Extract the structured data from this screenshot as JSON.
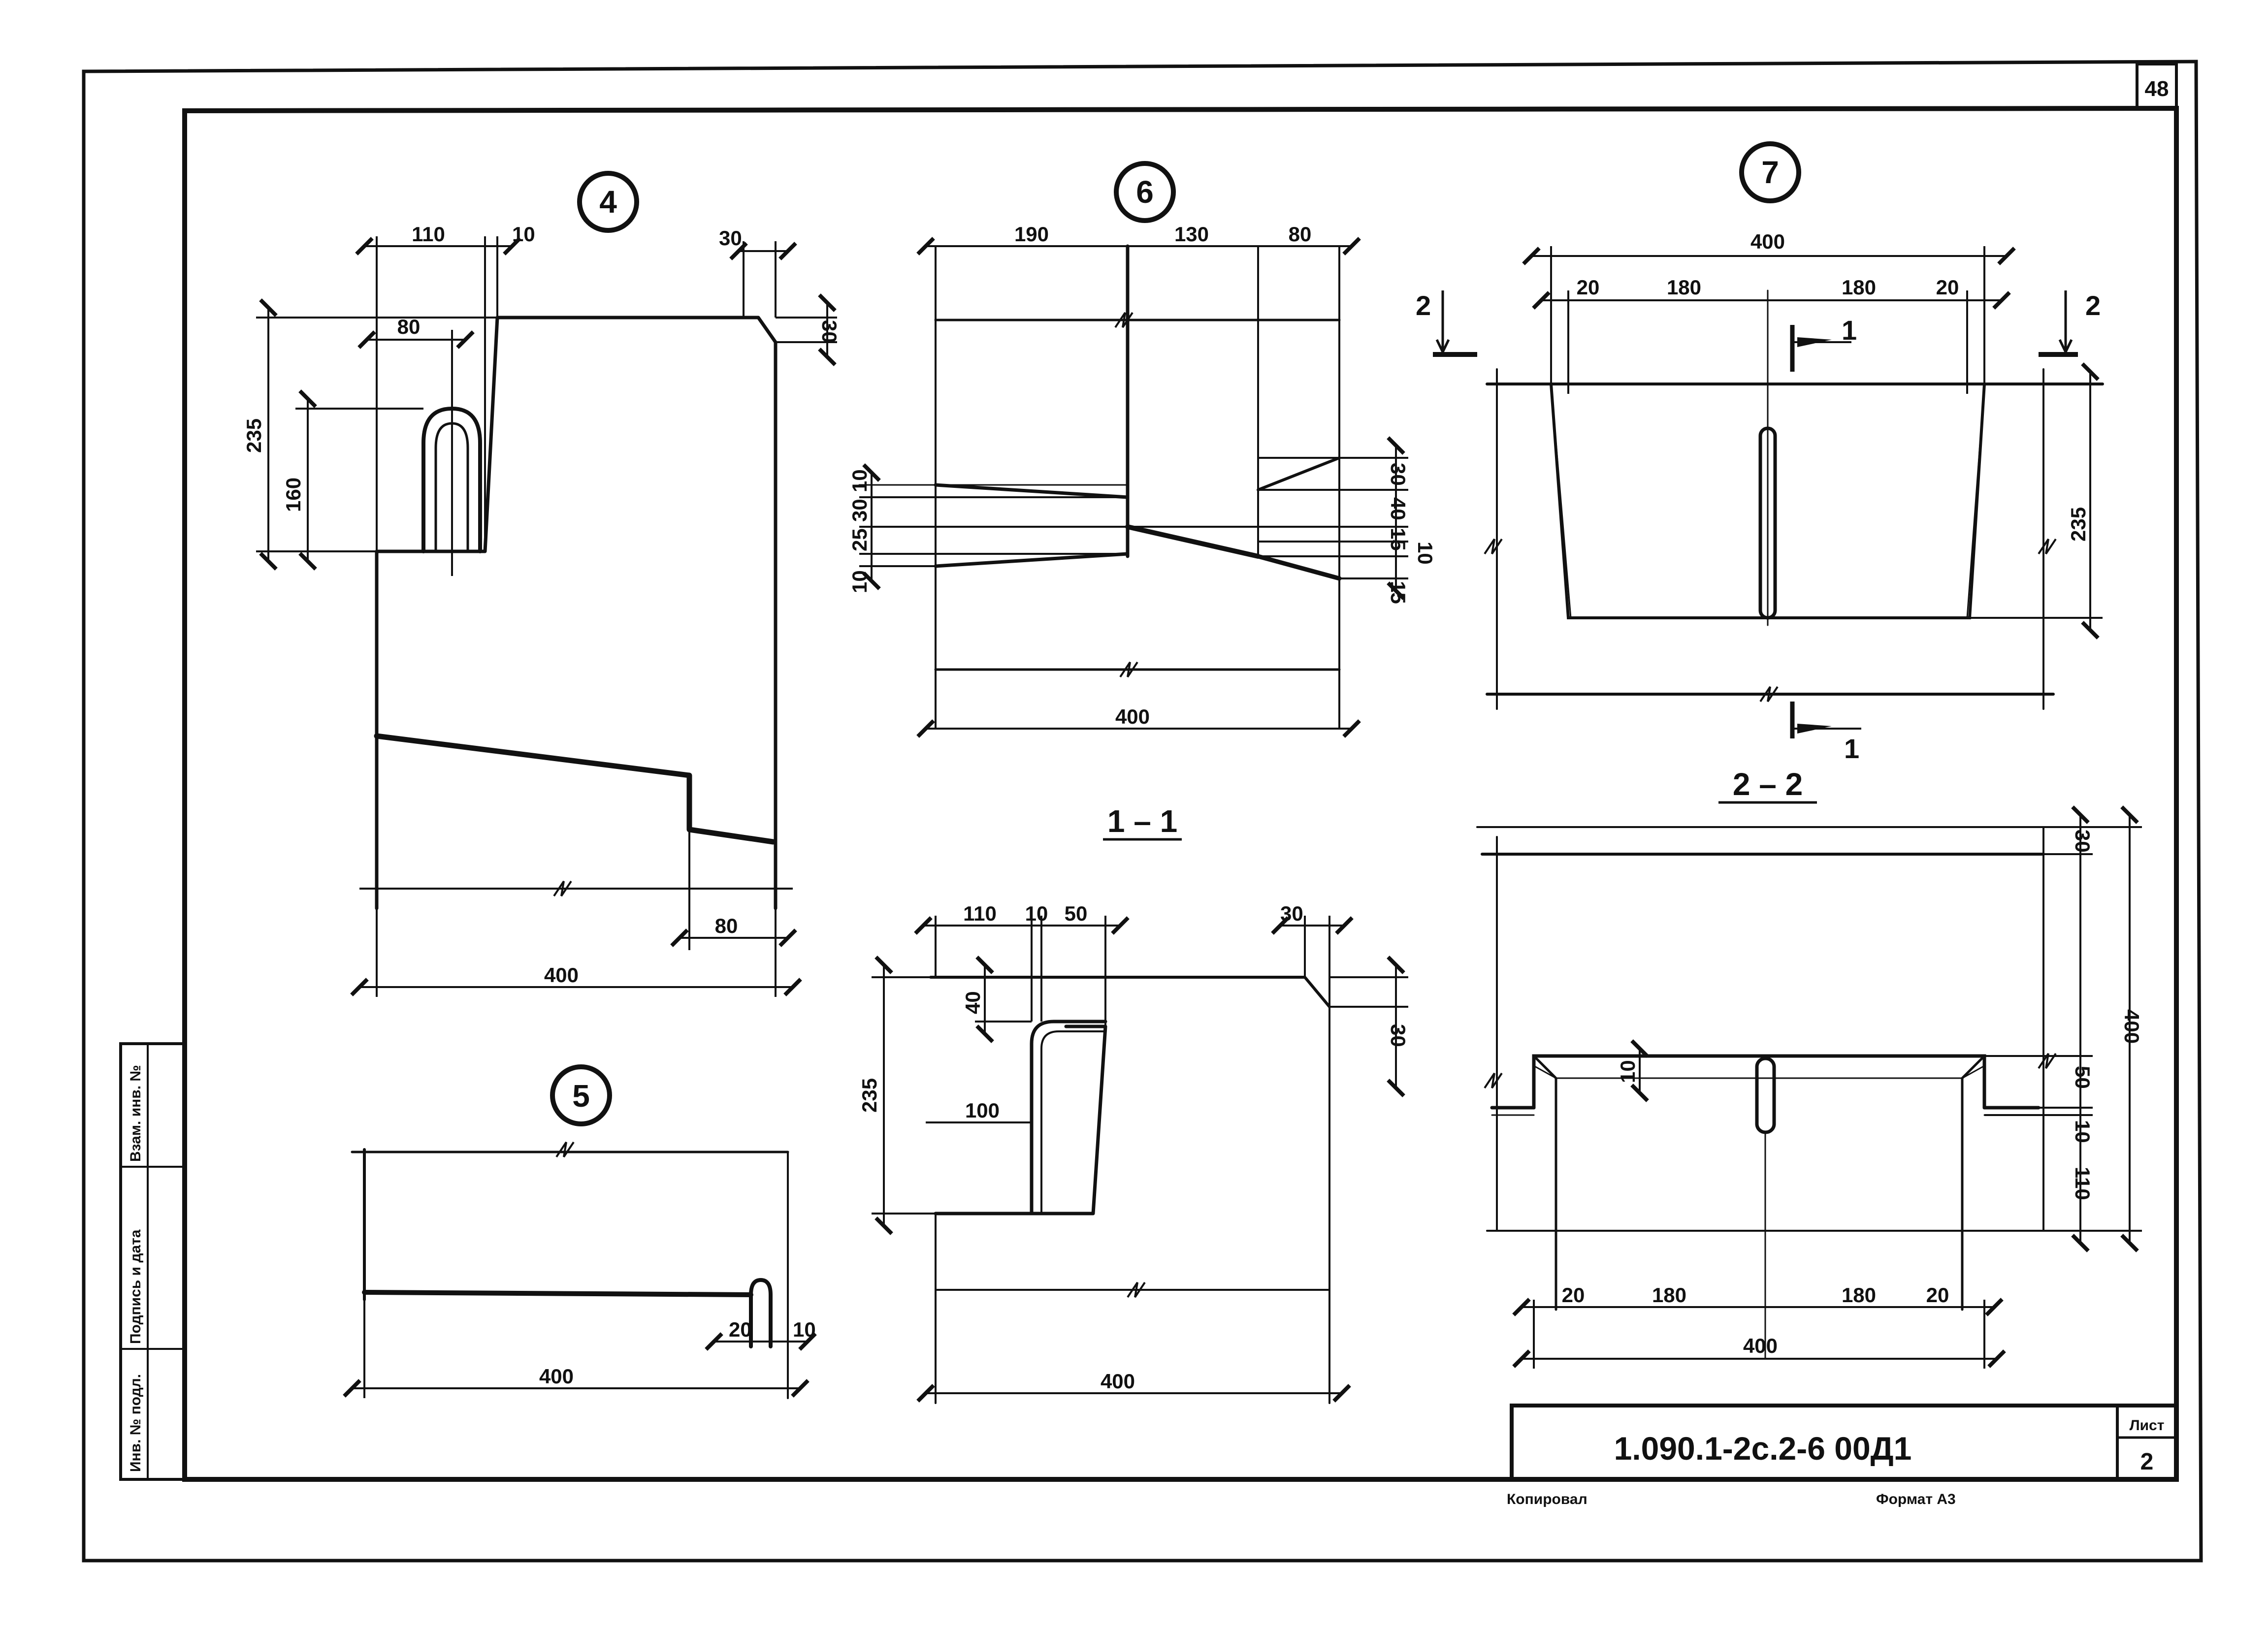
{
  "sheet": {
    "page_number": "48",
    "doc_code": "1.090.1-2с.2-6 00Д1",
    "sheet_label": "Лист",
    "sheet_number": "2",
    "copied_label": "Копировал",
    "format_label": "Формат А3",
    "side_stamp": [
      "Инв. № подл.",
      "Подпись и дата",
      "Взам. инв. №"
    ]
  },
  "details": {
    "d4": {
      "marker": "4",
      "dims": {
        "w110": "110",
        "w10": "10",
        "w30": "30",
        "h30": "30",
        "w80": "80",
        "h235": "235",
        "h160": "160",
        "w80b": "80",
        "w400": "400"
      }
    },
    "d5": {
      "marker": "5",
      "dims": {
        "w20": "20",
        "w10": "10",
        "w400": "400"
      }
    },
    "d6": {
      "marker": "6",
      "dims": {
        "w190": "190",
        "w130": "130",
        "w80": "80",
        "w400": "400",
        "l10a": "10",
        "l25": "25",
        "l30": "30",
        "l10b": "10",
        "r30": "30",
        "r40": "40",
        "r15a": "15",
        "r10": "10",
        "r15b": "15"
      }
    },
    "d7": {
      "marker": "7",
      "dims": {
        "w400": "400",
        "w20a": "20",
        "w180a": "180",
        "w180b": "180",
        "w20b": "20",
        "h235": "235"
      },
      "section_mark_1": "1",
      "section_mark_2": "2"
    },
    "s11": {
      "title": "1 – 1",
      "dims": {
        "w110": "110",
        "w10": "10",
        "w50": "50",
        "w30": "30",
        "h40": "40",
        "h235": "235",
        "h30": "30",
        "w100": "100",
        "w400": "400"
      }
    },
    "s22": {
      "title": "2 – 2",
      "dims": {
        "h30": "30",
        "h400": "400",
        "h50": "50",
        "h10": "10",
        "h110": "110",
        "t10": "10",
        "w20a": "20",
        "w180a": "180",
        "w180b": "180",
        "w20b": "20",
        "w400": "400"
      }
    }
  }
}
